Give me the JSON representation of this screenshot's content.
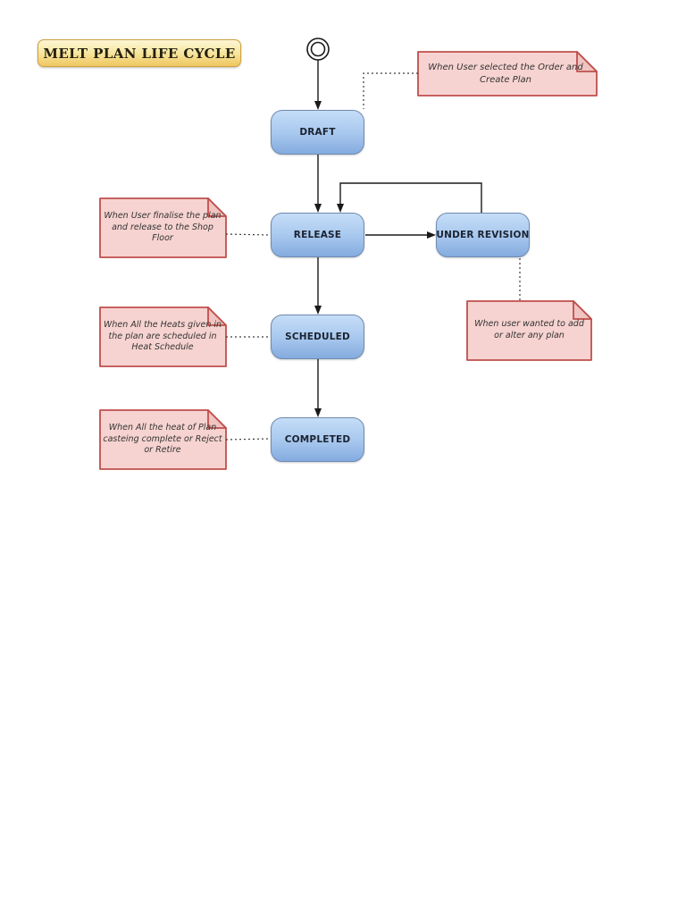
{
  "title": {
    "label": "MELT PLAN LIFE CYCLE"
  },
  "diagram_type": "uml-state-diagram",
  "states": [
    {
      "id": "draft",
      "label": "DRAFT"
    },
    {
      "id": "release",
      "label": "RELEASE"
    },
    {
      "id": "under-revision",
      "label": "UNDER REVISION"
    },
    {
      "id": "scheduled",
      "label": "SCHEDULED"
    },
    {
      "id": "completed",
      "label": "COMPLETED"
    }
  ],
  "notes": [
    {
      "id": "note-create",
      "attached_to": "draft",
      "text": "When User selected the Order and Create Plan"
    },
    {
      "id": "note-release",
      "attached_to": "release",
      "text": "When User finalise the plan and release to the Shop Floor"
    },
    {
      "id": "note-scheduled",
      "attached_to": "scheduled",
      "text": "When All the Heats given in the plan are scheduled in Heat Schedule"
    },
    {
      "id": "note-completed",
      "attached_to": "completed",
      "text": "When All the heat of Plan casteing complete or Reject or Retire"
    },
    {
      "id": "note-revision",
      "attached_to": "under-revision",
      "text": "When user wanted to add or alter any plan"
    }
  ],
  "transitions": [
    {
      "from": "start",
      "to": "draft"
    },
    {
      "from": "draft",
      "to": "release"
    },
    {
      "from": "release",
      "to": "under-revision"
    },
    {
      "from": "under-revision",
      "to": "release"
    },
    {
      "from": "release",
      "to": "scheduled"
    },
    {
      "from": "scheduled",
      "to": "completed"
    }
  ],
  "colors": {
    "state_fill_top": "#c5ddf7",
    "state_fill_bottom": "#84abdf",
    "state_border": "#708ab0",
    "note_fill": "#f6d3d0",
    "note_fold_fill": "#f0c4c0",
    "note_border": "#bf4f4c",
    "title_fill_top": "#fdf6d5",
    "title_fill_bottom": "#efc75f",
    "title_border": "#cfa13f",
    "line": "#1a1a1a",
    "background": "#ffffff"
  }
}
